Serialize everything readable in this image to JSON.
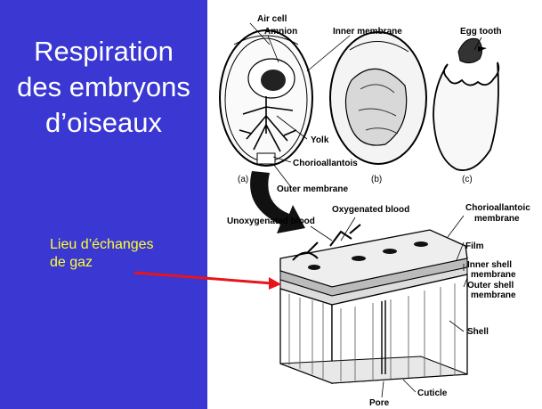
{
  "title_lines": [
    "Respiration",
    "des embryons",
    "d’oiseaux"
  ],
  "note_lines": [
    "Lieu d’échanges",
    "de gaz"
  ],
  "colors": {
    "panel": "#3a37d2",
    "title": "#ffffff",
    "note": "#ffff33",
    "arrow": "#e8141b"
  },
  "labels": {
    "air_cell": "Air cell",
    "amnion": "Amnion",
    "inner_membrane": "Inner membrane",
    "egg_tooth": "Egg tooth",
    "yolk": "Yolk",
    "chorioallantois": "Chorioallantois",
    "outer_membrane": "Outer membrane",
    "panel_a": "(a)",
    "panel_b": "(b)",
    "panel_c": "(c)",
    "unoxygenated_blood": "Unoxygenated blood",
    "oxygenated_blood": "Oxygenated blood",
    "chorioallantoic_line1": "Chorioallantoic",
    "chorioallantoic_line2": "membrane",
    "film": "Film",
    "inner_shell_line1": "Inner shell",
    "inner_shell_line2": "membrane",
    "outer_shell_line1": "Outer shell",
    "outer_shell_line2": "membrane",
    "shell": "Shell",
    "cuticle": "Cuticle",
    "pore": "Pore"
  }
}
